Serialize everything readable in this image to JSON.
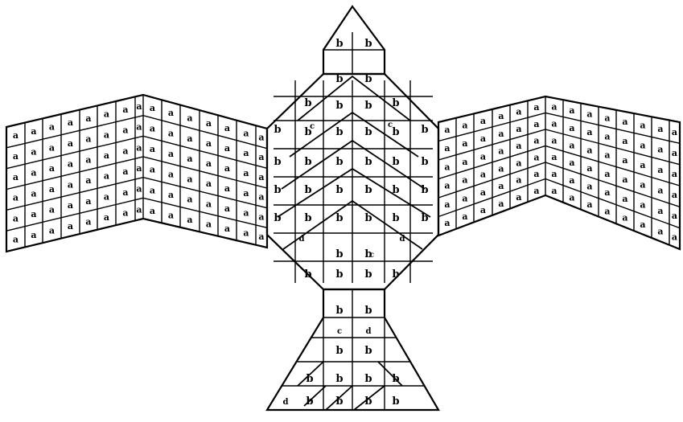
{
  "figure": {
    "wing_tile_letter": "a",
    "body_tile_letter": "b",
    "minor_tile_letters": [
      "c",
      "d"
    ]
  }
}
